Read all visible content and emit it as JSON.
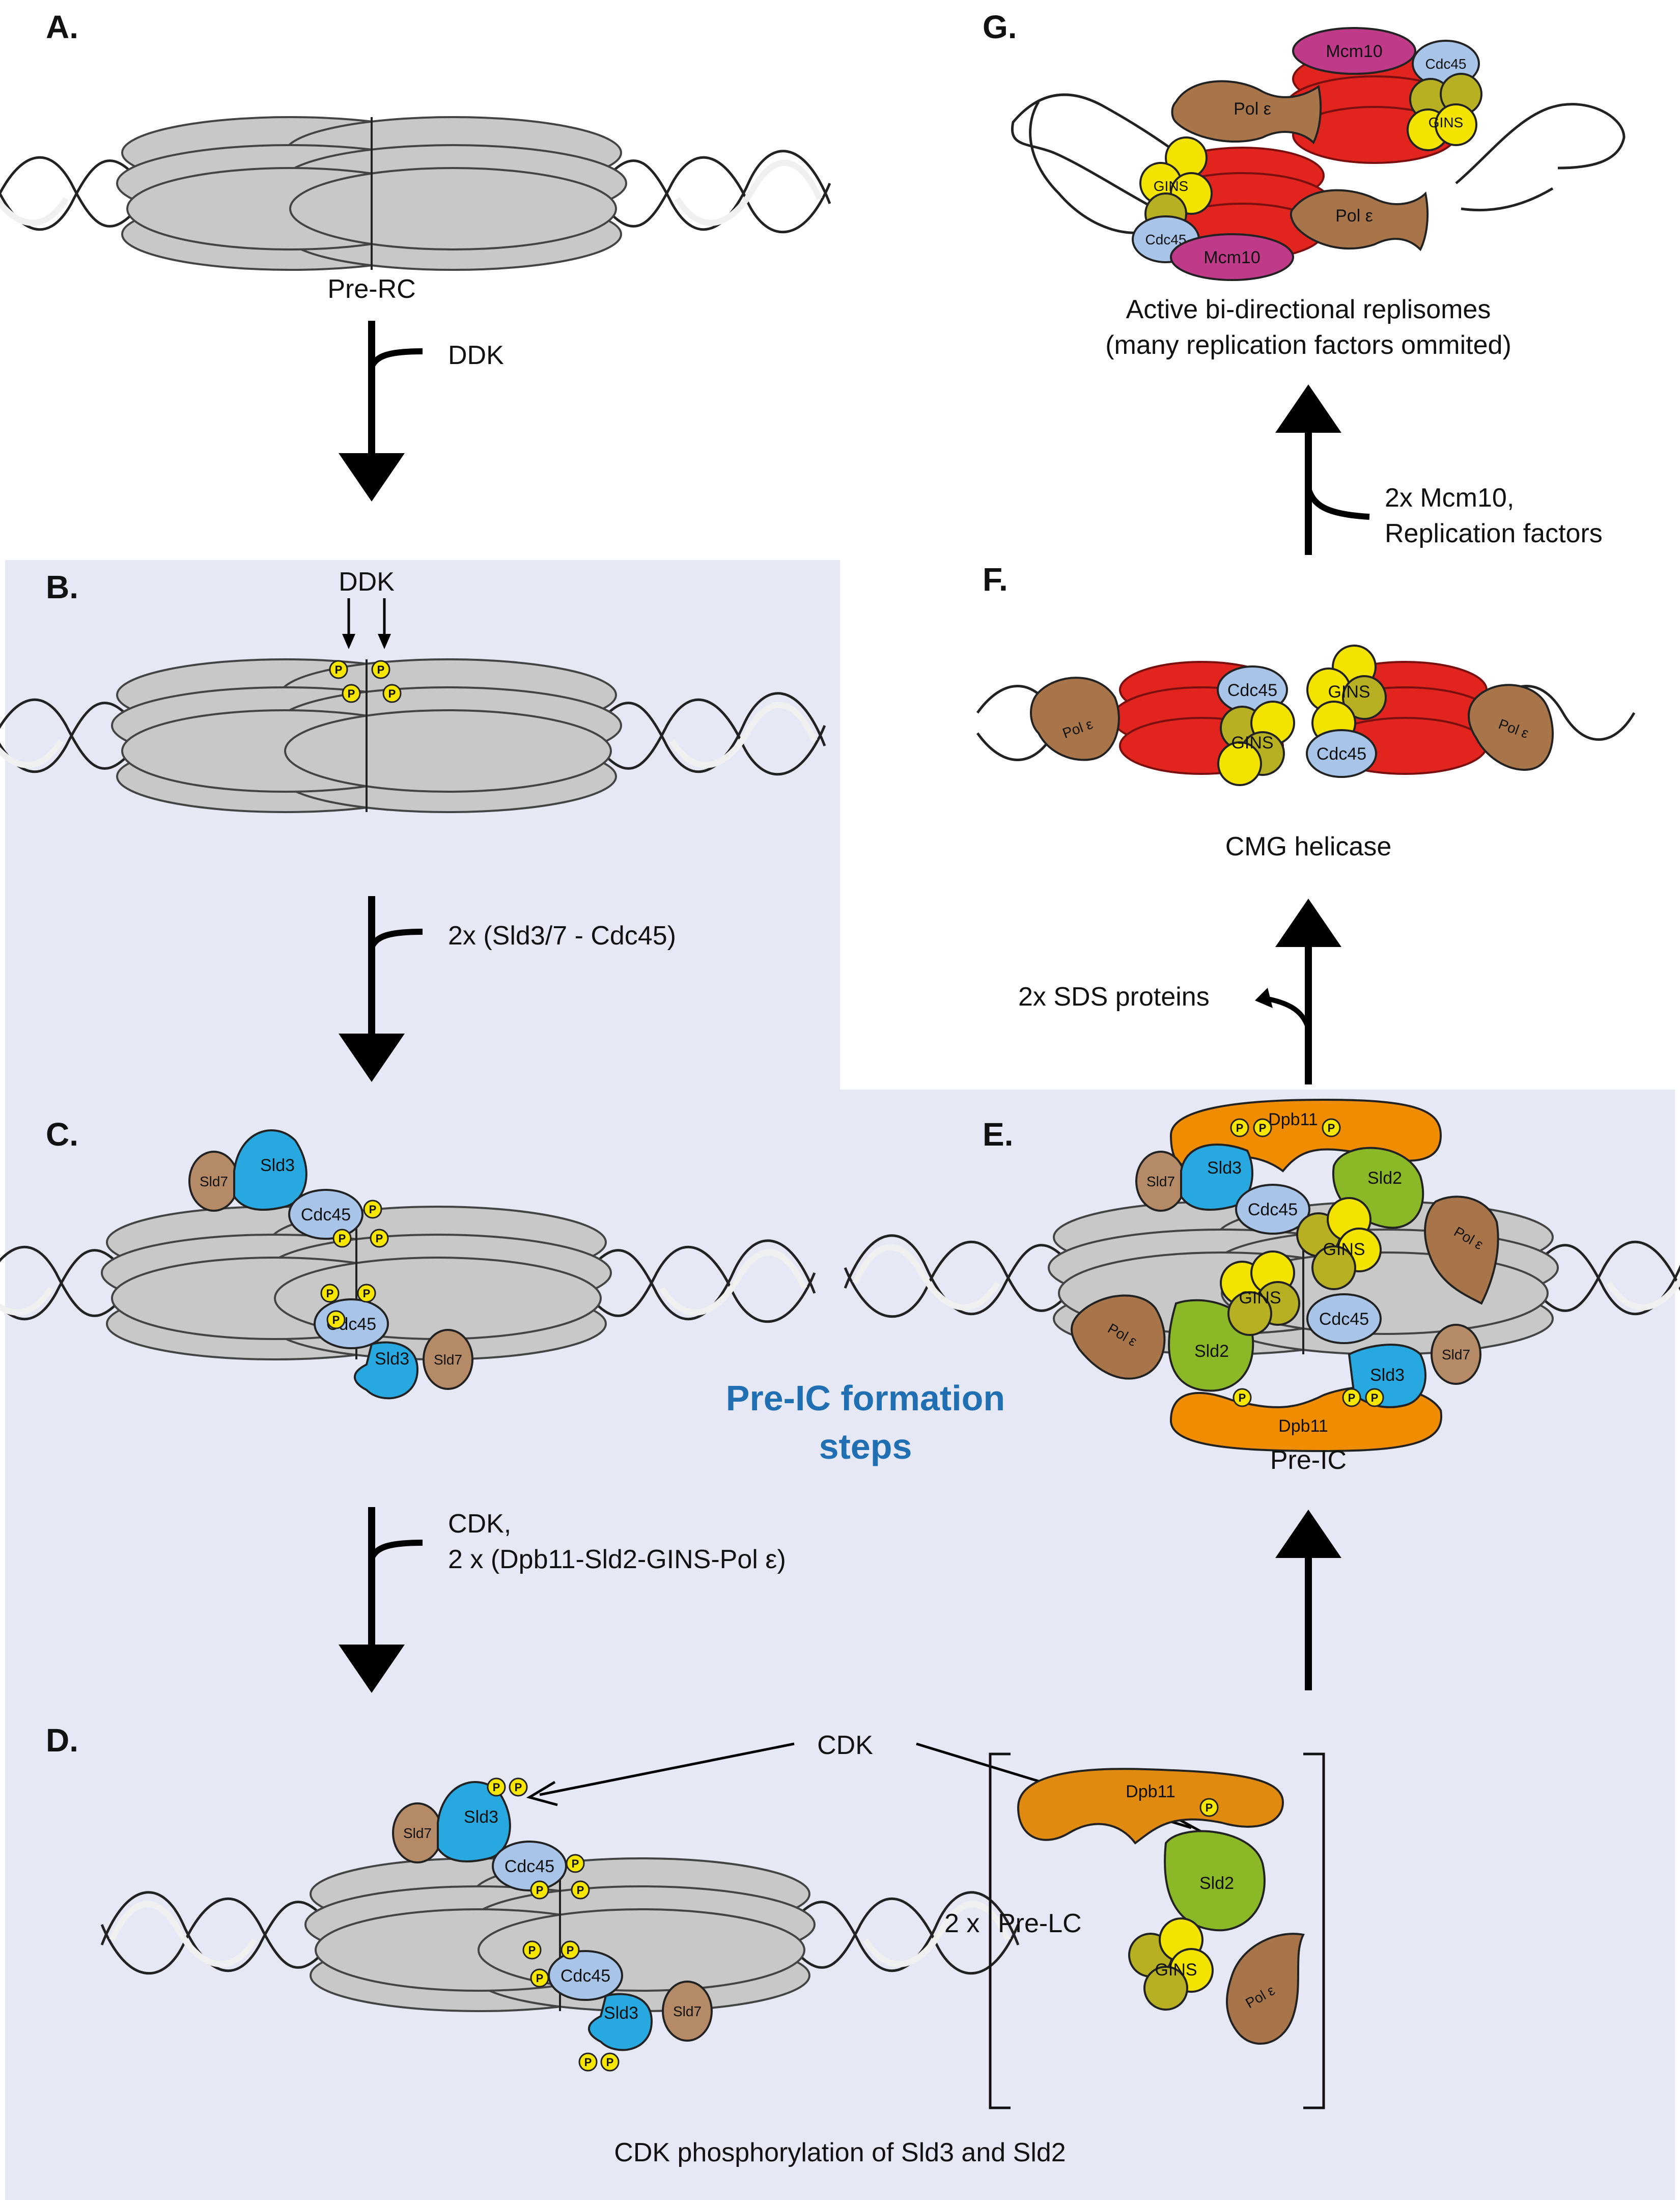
{
  "panels": {
    "A": "A.",
    "B": "B.",
    "C": "C.",
    "D": "D.",
    "E": "E.",
    "F": "F.",
    "G": "G."
  },
  "captions": {
    "pre_rc": "Pre-RC",
    "pre_ic": "Pre-IC",
    "cmg": "CMG helicase",
    "active_1": "Active bi-directional replisomes",
    "active_2": "(many replication factors ommited)",
    "cdk_phos": "CDK phosphorylation of Sld3 and Sld2",
    "pre_lc": "Pre-LC",
    "two_x": "2 x"
  },
  "steps": {
    "ddk": "DDK",
    "ddk_b": "DDK",
    "sld3": "2x (Sld3/7 - Cdc45)",
    "cdk_1": "CDK,",
    "cdk_2": "2 x (Dpb11-Sld2-GINS-Pol ε)",
    "cdk_d": "CDK",
    "sds": "2x SDS proteins",
    "mcm10_1": "2x Mcm10,",
    "mcm10_2": "Replication factors"
  },
  "highlight": {
    "line1": "Pre-IC formation",
    "line2": "steps"
  },
  "proteins": {
    "p": "P",
    "sld3": "Sld3",
    "sld7": "Sld7",
    "cdc45": "Cdc45",
    "sld2": "Sld2",
    "dpb11": "Dpb11",
    "gins": "GINS",
    "pole": "Pol ε",
    "mcm10": "Mcm10"
  },
  "colors": {
    "background_box": "#e6e8f5",
    "mcm": "#c8c8c8",
    "mcm_active": "#e2241f",
    "sld3": "#28a8e0",
    "sld7": "#b58a66",
    "cdc45": "#a8c4e8",
    "sld2": "#8ab826",
    "dpb11": "#f08c00",
    "dpb11_free": "#e08a10",
    "gins_a": "#f2e400",
    "gins_b": "#b7b022",
    "pole": "#a8754a",
    "mcm10": "#c03a8a",
    "phospho": "#f7e600",
    "highlight_text": "#1f6fb2"
  }
}
